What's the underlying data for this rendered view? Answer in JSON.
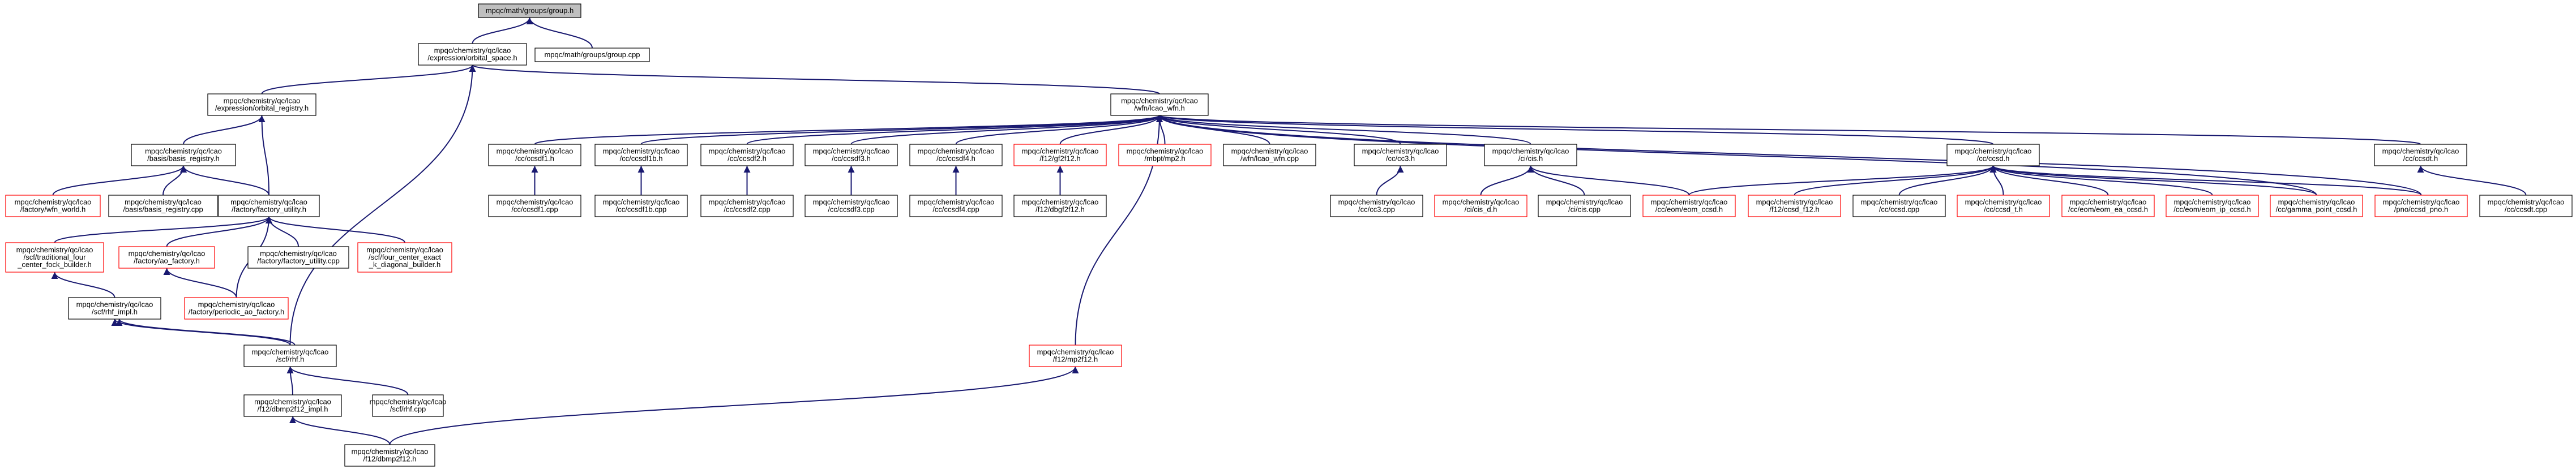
{
  "graph": {
    "colors": {
      "edge": "#191970",
      "node_border_default": "#000000",
      "node_border_missing": "#ff0000",
      "root_fill": "#bfbfbf",
      "node_fill": "#ffffff"
    },
    "nodes": [
      {
        "id": "n0",
        "lines": [
          "mpqc/math/groups/group.h"
        ],
        "style": "root"
      },
      {
        "id": "n1",
        "lines": [
          "mpqc/chemistry/qc/lcao",
          "/expression/orbital_space.h"
        ],
        "style": "normal"
      },
      {
        "id": "n2",
        "lines": [
          "mpqc/math/groups/group.cpp"
        ],
        "style": "normal"
      },
      {
        "id": "n3",
        "lines": [
          "mpqc/chemistry/qc/lcao",
          "/expression/orbital_registry.h"
        ],
        "style": "normal"
      },
      {
        "id": "n4",
        "lines": [
          "mpqc/chemistry/qc/lcao",
          "/wfn/lcao_wfn.h"
        ],
        "style": "normal"
      },
      {
        "id": "n5",
        "lines": [
          "mpqc/chemistry/qc/lcao",
          "/basis/basis_registry.h"
        ],
        "style": "normal"
      },
      {
        "id": "n6",
        "lines": [
          "mpqc/chemistry/qc/lcao",
          "/factory/wfn_world.h"
        ],
        "style": "missing"
      },
      {
        "id": "n7",
        "lines": [
          "mpqc/chemistry/qc/lcao",
          "/basis/basis_registry.cpp"
        ],
        "style": "normal"
      },
      {
        "id": "n8",
        "lines": [
          "mpqc/chemistry/qc/lcao",
          "/factory/factory_utility.h"
        ],
        "style": "normal"
      },
      {
        "id": "n9",
        "lines": [
          "mpqc/chemistry/qc/lcao",
          "/scf/traditional_four",
          "_center_fock_builder.h"
        ],
        "style": "missing"
      },
      {
        "id": "n10",
        "lines": [
          "mpqc/chemistry/qc/lcao",
          "/factory/ao_factory.h"
        ],
        "style": "missing"
      },
      {
        "id": "n11",
        "lines": [
          "mpqc/chemistry/qc/lcao",
          "/factory/factory_utility.cpp"
        ],
        "style": "normal"
      },
      {
        "id": "n12",
        "lines": [
          "mpqc/chemistry/qc/lcao",
          "/scf/four_center_exact",
          "_k_diagonal_builder.h"
        ],
        "style": "missing"
      },
      {
        "id": "n13",
        "lines": [
          "mpqc/chemistry/qc/lcao",
          "/scf/rhf_impl.h"
        ],
        "style": "normal"
      },
      {
        "id": "n14",
        "lines": [
          "mpqc/chemistry/qc/lcao",
          "/factory/periodic_ao_factory.h"
        ],
        "style": "missing"
      },
      {
        "id": "n15",
        "lines": [
          "mpqc/chemistry/qc/lcao",
          "/scf/rhf.h"
        ],
        "style": "normal"
      },
      {
        "id": "n16",
        "lines": [
          "mpqc/chemistry/qc/lcao",
          "/f12/dbmp2f12_impl.h"
        ],
        "style": "normal"
      },
      {
        "id": "n17",
        "lines": [
          "mpqc/chemistry/qc/lcao",
          "/scf/rhf.cpp"
        ],
        "style": "normal"
      },
      {
        "id": "n18",
        "lines": [
          "mpqc/chemistry/qc/lcao",
          "/f12/dbmp2f12.h"
        ],
        "style": "normal"
      },
      {
        "id": "n19",
        "lines": [
          "mpqc/chemistry/qc/lcao",
          "/cc/ccsdf1.h"
        ],
        "style": "normal"
      },
      {
        "id": "n20",
        "lines": [
          "mpqc/chemistry/qc/lcao",
          "/cc/ccsdf1.cpp"
        ],
        "style": "normal"
      },
      {
        "id": "n21",
        "lines": [
          "mpqc/chemistry/qc/lcao",
          "/cc/ccsdf1b.h"
        ],
        "style": "normal"
      },
      {
        "id": "n22",
        "lines": [
          "mpqc/chemistry/qc/lcao",
          "/cc/ccsdf1b.cpp"
        ],
        "style": "normal"
      },
      {
        "id": "n23",
        "lines": [
          "mpqc/chemistry/qc/lcao",
          "/cc/ccsdf2.h"
        ],
        "style": "normal"
      },
      {
        "id": "n24",
        "lines": [
          "mpqc/chemistry/qc/lcao",
          "/cc/ccsdf2.cpp"
        ],
        "style": "normal"
      },
      {
        "id": "n25",
        "lines": [
          "mpqc/chemistry/qc/lcao",
          "/cc/ccsdf3.h"
        ],
        "style": "normal"
      },
      {
        "id": "n26",
        "lines": [
          "mpqc/chemistry/qc/lcao",
          "/cc/ccsdf3.cpp"
        ],
        "style": "normal"
      },
      {
        "id": "n27",
        "lines": [
          "mpqc/chemistry/qc/lcao",
          "/cc/ccsdf4.h"
        ],
        "style": "normal"
      },
      {
        "id": "n28",
        "lines": [
          "mpqc/chemistry/qc/lcao",
          "/cc/ccsdf4.cpp"
        ],
        "style": "normal"
      },
      {
        "id": "n29",
        "lines": [
          "mpqc/chemistry/qc/lcao",
          "/f12/gf2f12.h"
        ],
        "style": "missing"
      },
      {
        "id": "n30",
        "lines": [
          "mpqc/chemistry/qc/lcao",
          "/f12/dbgf2f12.h"
        ],
        "style": "normal"
      },
      {
        "id": "n31",
        "lines": [
          "mpqc/chemistry/qc/lcao",
          "/mbpt/mp2.h"
        ],
        "style": "missing"
      },
      {
        "id": "n32",
        "lines": [
          "mpqc/chemistry/qc/lcao",
          "/wfn/lcao_wfn.cpp"
        ],
        "style": "normal"
      },
      {
        "id": "n33",
        "lines": [
          "mpqc/chemistry/qc/lcao",
          "/f12/mp2f12.h"
        ],
        "style": "missing"
      },
      {
        "id": "n34",
        "lines": [
          "mpqc/chemistry/qc/lcao",
          "/cc/cc3.h"
        ],
        "style": "normal"
      },
      {
        "id": "n35",
        "lines": [
          "mpqc/chemistry/qc/lcao",
          "/cc/cc3.cpp"
        ],
        "style": "normal"
      },
      {
        "id": "n36",
        "lines": [
          "mpqc/chemistry/qc/lcao",
          "/ci/cis.h"
        ],
        "style": "normal"
      },
      {
        "id": "n37",
        "lines": [
          "mpqc/chemistry/qc/lcao",
          "/ci/cis_d.h"
        ],
        "style": "missing"
      },
      {
        "id": "n38",
        "lines": [
          "mpqc/chemistry/qc/lcao",
          "/ci/cis.cpp"
        ],
        "style": "normal"
      },
      {
        "id": "n39",
        "lines": [
          "mpqc/chemistry/qc/lcao",
          "/cc/eom/eom_ccsd.h"
        ],
        "style": "missing"
      },
      {
        "id": "n40",
        "lines": [
          "mpqc/chemistry/qc/lcao",
          "/cc/ccsd.h"
        ],
        "style": "normal"
      },
      {
        "id": "n41",
        "lines": [
          "mpqc/chemistry/qc/lcao",
          "/f12/ccsd_f12.h"
        ],
        "style": "missing"
      },
      {
        "id": "n42",
        "lines": [
          "mpqc/chemistry/qc/lcao",
          "/cc/ccsd.cpp"
        ],
        "style": "normal"
      },
      {
        "id": "n43",
        "lines": [
          "mpqc/chemistry/qc/lcao",
          "/cc/ccsd_t.h"
        ],
        "style": "missing"
      },
      {
        "id": "n44",
        "lines": [
          "mpqc/chemistry/qc/lcao",
          "/cc/eom/eom_ea_ccsd.h"
        ],
        "style": "missing"
      },
      {
        "id": "n45",
        "lines": [
          "mpqc/chemistry/qc/lcao",
          "/cc/eom/eom_ip_ccsd.h"
        ],
        "style": "missing"
      },
      {
        "id": "n46",
        "lines": [
          "mpqc/chemistry/qc/lcao",
          "/cc/gamma_point_ccsd.h"
        ],
        "style": "missing"
      },
      {
        "id": "n47",
        "lines": [
          "mpqc/chemistry/qc/lcao",
          "/pno/ccsd_pno.h"
        ],
        "style": "missing"
      },
      {
        "id": "n48",
        "lines": [
          "mpqc/chemistry/qc/lcao",
          "/cc/ccsdt.h"
        ],
        "style": "normal"
      },
      {
        "id": "n49",
        "lines": [
          "mpqc/chemistry/qc/lcao",
          "/cc/ccsdt.cpp"
        ],
        "style": "normal"
      }
    ],
    "edges": [
      [
        "n0",
        "n1"
      ],
      [
        "n0",
        "n2"
      ],
      [
        "n1",
        "n3"
      ],
      [
        "n1",
        "n4"
      ],
      [
        "n1",
        "n15"
      ],
      [
        "n3",
        "n5"
      ],
      [
        "n3",
        "n8"
      ],
      [
        "n5",
        "n6"
      ],
      [
        "n5",
        "n7"
      ],
      [
        "n5",
        "n8"
      ],
      [
        "n8",
        "n9"
      ],
      [
        "n8",
        "n10"
      ],
      [
        "n8",
        "n11"
      ],
      [
        "n8",
        "n12"
      ],
      [
        "n8",
        "n14"
      ],
      [
        "n9",
        "n13"
      ],
      [
        "n10",
        "n14"
      ],
      [
        "n13",
        "n15"
      ],
      [
        "n13",
        "n15"
      ],
      [
        "n15",
        "n16"
      ],
      [
        "n15",
        "n17"
      ],
      [
        "n16",
        "n18"
      ],
      [
        "n4",
        "n19"
      ],
      [
        "n4",
        "n21"
      ],
      [
        "n4",
        "n23"
      ],
      [
        "n4",
        "n25"
      ],
      [
        "n4",
        "n27"
      ],
      [
        "n4",
        "n29"
      ],
      [
        "n4",
        "n31"
      ],
      [
        "n4",
        "n32"
      ],
      [
        "n4",
        "n33"
      ],
      [
        "n4",
        "n34"
      ],
      [
        "n4",
        "n36"
      ],
      [
        "n4",
        "n40"
      ],
      [
        "n4",
        "n46"
      ],
      [
        "n4",
        "n47"
      ],
      [
        "n4",
        "n48"
      ],
      [
        "n19",
        "n20"
      ],
      [
        "n21",
        "n22"
      ],
      [
        "n23",
        "n24"
      ],
      [
        "n25",
        "n26"
      ],
      [
        "n27",
        "n28"
      ],
      [
        "n29",
        "n30"
      ],
      [
        "n33",
        "n18"
      ],
      [
        "n34",
        "n35"
      ],
      [
        "n36",
        "n37"
      ],
      [
        "n36",
        "n38"
      ],
      [
        "n36",
        "n39"
      ],
      [
        "n40",
        "n39"
      ],
      [
        "n40",
        "n41"
      ],
      [
        "n40",
        "n42"
      ],
      [
        "n40",
        "n43"
      ],
      [
        "n40",
        "n44"
      ],
      [
        "n40",
        "n45"
      ],
      [
        "n40",
        "n46"
      ],
      [
        "n40",
        "n47"
      ],
      [
        "n48",
        "n49"
      ]
    ]
  }
}
